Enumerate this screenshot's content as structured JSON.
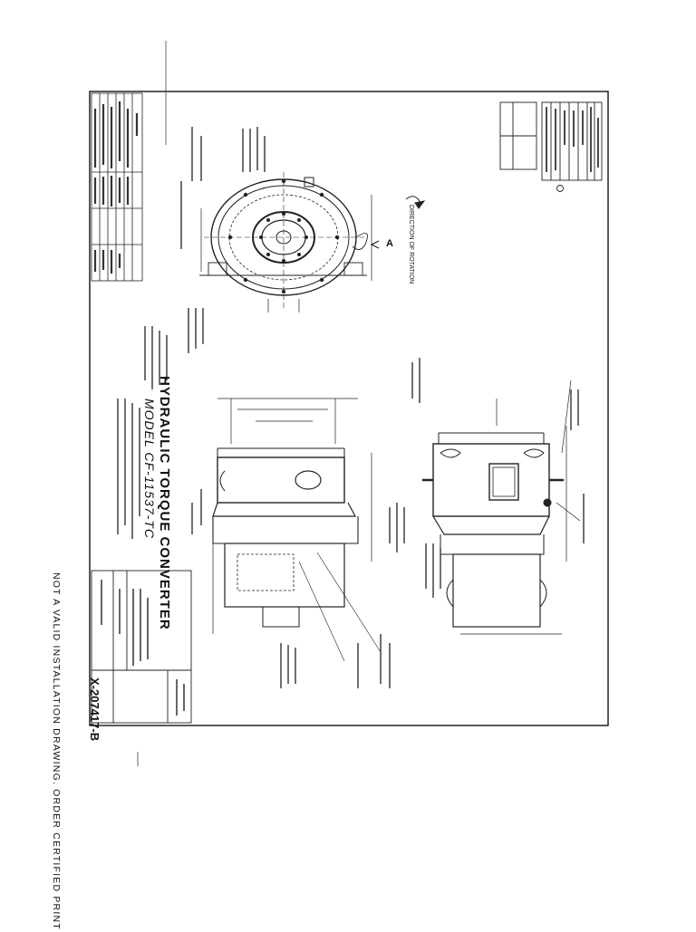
{
  "drawing": {
    "title": "HYDRAULIC TORQUE CONVERTER",
    "model": "MODEL CF-11537-TC",
    "side_note": "NOT A VALID INSTALLATION DRAWING. ORDER CERTIFIED PRINT",
    "drawing_number": "X-207417-B",
    "direction_label": "DIRECTION OF ROTATION",
    "section_label": "A"
  },
  "colors": {
    "ink": "#111111",
    "paper": "#ffffff",
    "frame": "#222222"
  }
}
